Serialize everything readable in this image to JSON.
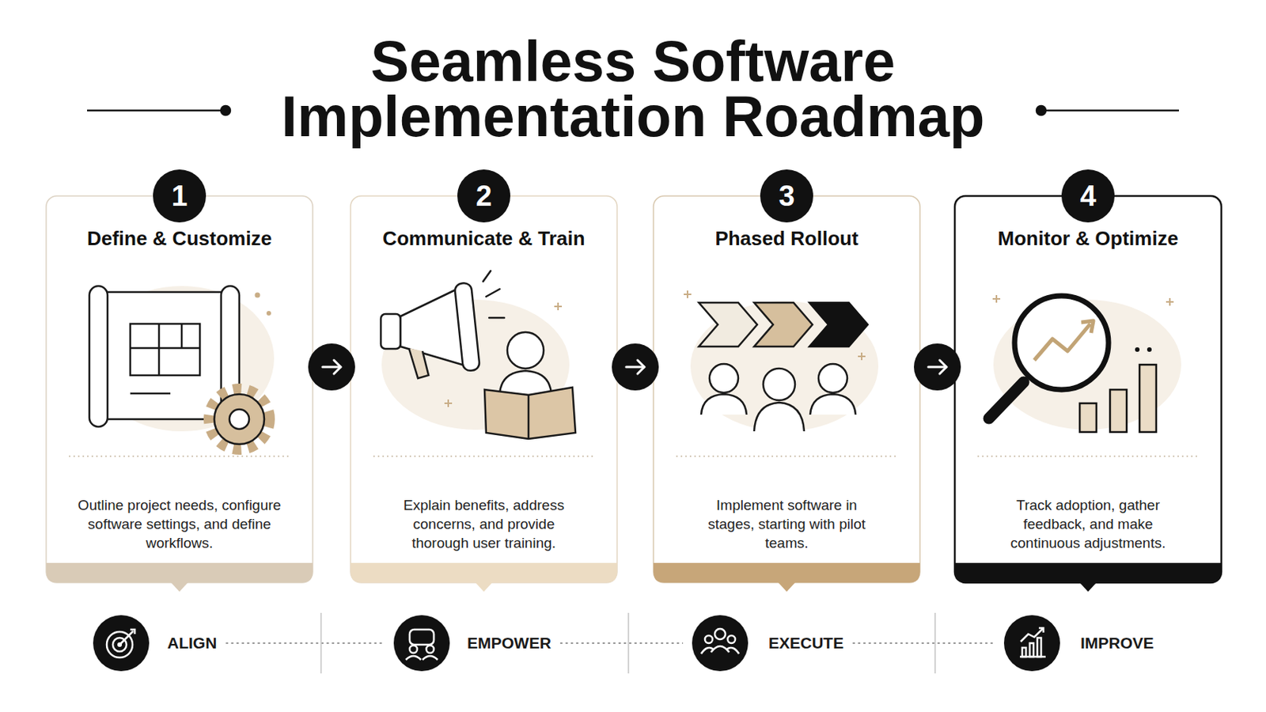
{
  "diagram": {
    "title": "Seamless Software Implementation Roadmap",
    "nodes": [
      {
        "text": [
          "Define & Customize",
          "Outline project needs, configure software settings, and define workflows."
        ]
      },
      {
        "text": [
          "1"
        ],
        "in": 0
      },
      {
        "text": [
          "Communicate & Train",
          "Explain benefits, address concerns, and provide thorough user training."
        ]
      },
      {
        "text": [
          "2"
        ],
        "in": 2
      },
      {
        "text": [
          "Phased Rollout",
          "Implement software in stages, starting with pilot teams."
        ]
      },
      {
        "text": [
          "3"
        ],
        "in": 4
      },
      {
        "text": [
          "Monitor & Optimize",
          "Track adoption, gather feedback, and make continuous adjustments."
        ]
      },
      {
        "text": [
          "4"
        ],
        "in": 6
      }
    ],
    "edges": [
      {
        "from": 0,
        "to": 2,
        "arrow": "to"
      },
      {
        "from": 2,
        "to": 4,
        "arrow": "to"
      },
      {
        "from": 4,
        "to": 6,
        "arrow": "to"
      }
    ],
    "labels": [
      "ALIGN",
      "EMPOWER",
      "EXECUTE",
      "IMPROVE"
    ]
  }
}
